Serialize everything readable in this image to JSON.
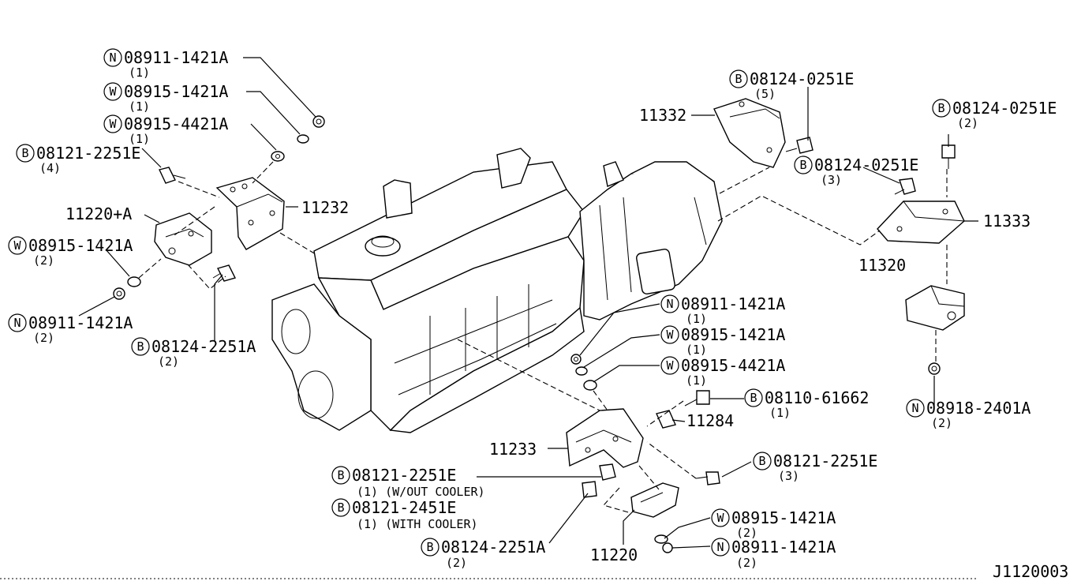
{
  "diagram_id": "J1120003",
  "callouts": [
    {
      "symbol": "N",
      "part": "08911-1421A",
      "qty": "(1)"
    },
    {
      "symbol": "W",
      "part": "08915-1421A",
      "qty": "(1)"
    },
    {
      "symbol": "W",
      "part": "08915-4421A",
      "qty": "(1)"
    },
    {
      "symbol": "B",
      "part": "08121-2251E",
      "qty": "(4)"
    },
    {
      "symbol": "",
      "part": "11220+A",
      "qty": ""
    },
    {
      "symbol": "",
      "part": "11232",
      "qty": ""
    },
    {
      "symbol": "W",
      "part": "08915-1421A",
      "qty": "(2)"
    },
    {
      "symbol": "N",
      "part": "08911-1421A",
      "qty": "(2)"
    },
    {
      "symbol": "B",
      "part": "08124-2251A",
      "qty": "(2)"
    },
    {
      "symbol": "B",
      "part": "08124-0251E",
      "qty": "(5)"
    },
    {
      "symbol": "",
      "part": "11332",
      "qty": ""
    },
    {
      "symbol": "B",
      "part": "08124-0251E",
      "qty": "(3)"
    },
    {
      "symbol": "B",
      "part": "08124-0251E",
      "qty": "(2)"
    },
    {
      "symbol": "",
      "part": "11333",
      "qty": ""
    },
    {
      "symbol": "",
      "part": "11320",
      "qty": ""
    },
    {
      "symbol": "N",
      "part": "08911-1421A",
      "qty": "(1)"
    },
    {
      "symbol": "W",
      "part": "08915-1421A",
      "qty": "(1)"
    },
    {
      "symbol": "W",
      "part": "08915-4421A",
      "qty": "(1)"
    },
    {
      "symbol": "B",
      "part": "08110-61662",
      "qty": "(1)"
    },
    {
      "symbol": "",
      "part": "11284",
      "qty": ""
    },
    {
      "symbol": "N",
      "part": "08918-2401A",
      "qty": "(2)"
    },
    {
      "symbol": "",
      "part": "11233",
      "qty": ""
    },
    {
      "symbol": "B",
      "part": "08121-2251E",
      "qty": "(1) (W/OUT COOLER)"
    },
    {
      "symbol": "B",
      "part": "08121-2451E",
      "qty": "(1) (WITH COOLER)"
    },
    {
      "symbol": "B",
      "part": "08121-2251E",
      "qty": "(3)"
    },
    {
      "symbol": "B",
      "part": "08124-2251A",
      "qty": "(2)"
    },
    {
      "symbol": "W",
      "part": "08915-1421A",
      "qty": "(2)"
    },
    {
      "symbol": "N",
      "part": "08911-1421A",
      "qty": "(2)"
    },
    {
      "symbol": "",
      "part": "11220",
      "qty": ""
    }
  ]
}
